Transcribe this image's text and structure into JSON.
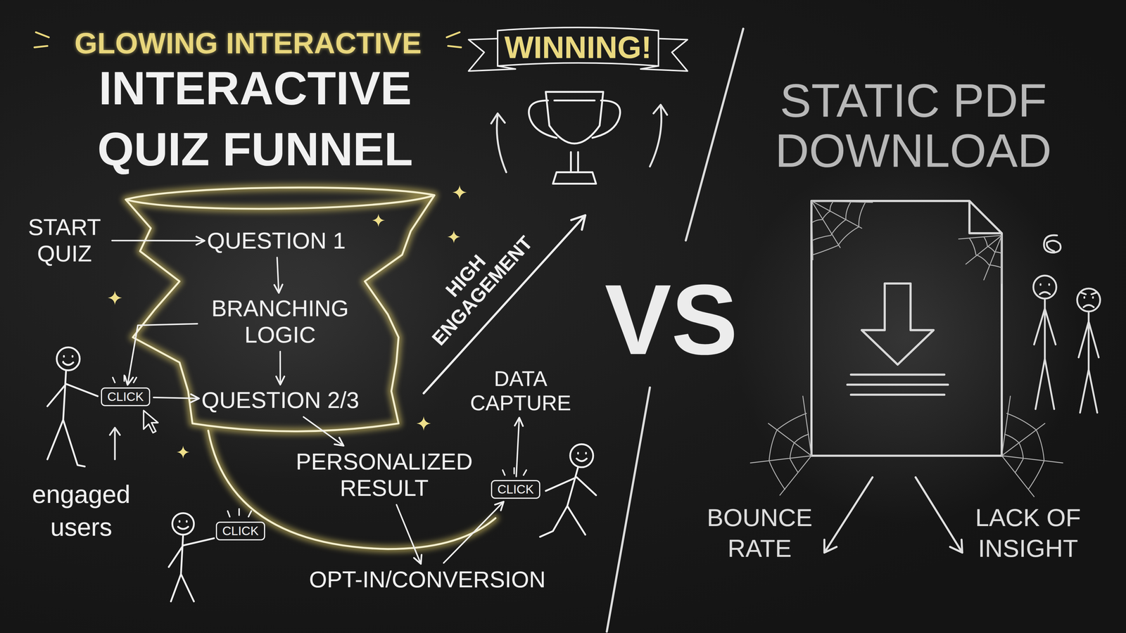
{
  "diagram": {
    "nodes": [
      {
        "text": [
          "WINNING!"
        ]
      },
      {
        "text": [
          "START QUIZ"
        ]
      },
      {
        "text": [
          "QUESTION 1"
        ]
      },
      {
        "text": [
          "BRANCHING LOGIC"
        ]
      },
      {
        "text": [
          "CLICK"
        ]
      },
      {
        "text": [
          "QUESTION 2/3"
        ]
      },
      {
        "text": [
          "DATA CAPTURE"
        ]
      },
      {
        "text": [
          "PERSONALIZED RESULT"
        ]
      },
      {
        "text": [
          "CLICK"
        ]
      },
      {
        "text": [
          "CLICK"
        ]
      },
      {
        "text": [
          "OPT-IN/CONVERSION"
        ]
      }
    ],
    "edges": [
      {
        "from": 1,
        "to": 2,
        "arrow": "to"
      },
      {
        "from": 2,
        "to": 3,
        "arrow": "to"
      },
      {
        "from": 3,
        "to": 4,
        "arrow": "to"
      },
      {
        "from": 4,
        "to": 5,
        "arrow": "to"
      },
      {
        "from": 3,
        "to": 5,
        "arrow": "to"
      },
      {
        "from": 5,
        "to": 7,
        "arrow": "to"
      },
      {
        "from": 7,
        "to": 10,
        "arrow": "to"
      },
      {
        "from": 10,
        "to": 8,
        "arrow": "to"
      },
      {
        "from": 8,
        "to": 6,
        "arrow": "to"
      }
    ],
    "labels": [
      "GLOWING INTERACTIVE",
      "INTERACTIVE QUIZ FUNNEL",
      "HIGH ENGAGEMENT",
      "engaged users",
      "VS",
      "STATIC PDF DOWNLOAD",
      "BOUNCE RATE",
      "LACK OF INSIGHT"
    ]
  }
}
